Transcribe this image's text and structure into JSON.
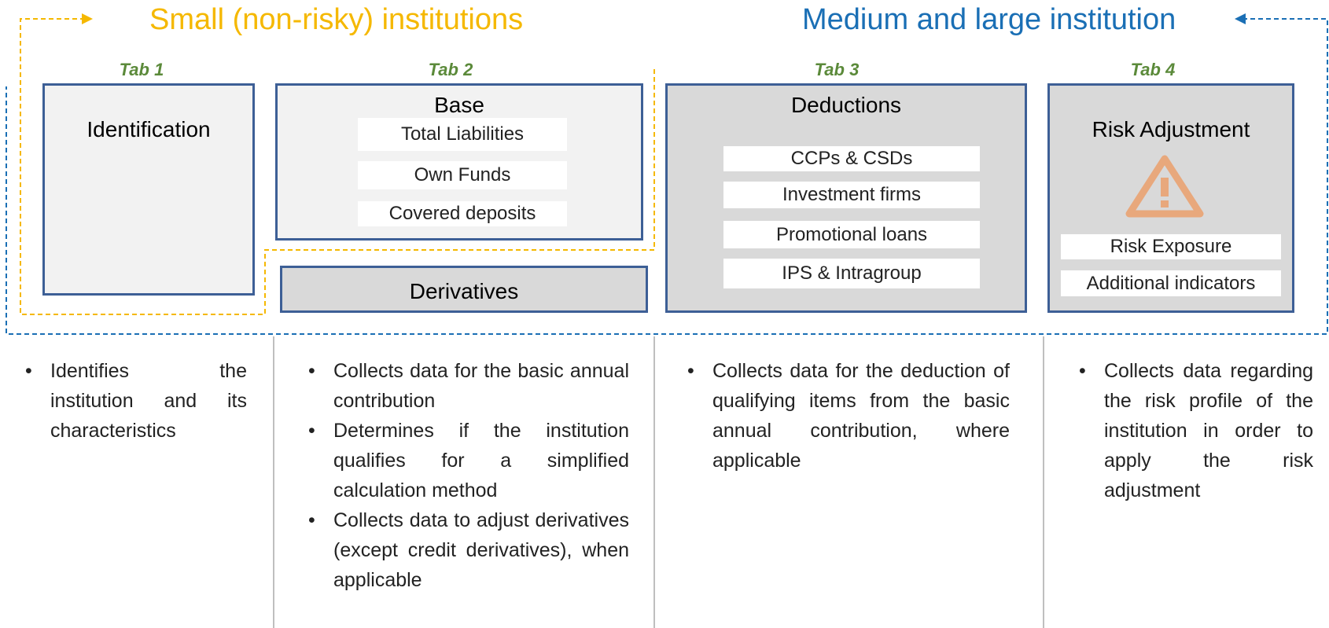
{
  "headings": {
    "small": "Small (non-risky) institutions",
    "large": "Medium and large institution"
  },
  "tabs": [
    {
      "label": "Tab 1",
      "title": "Identification",
      "items": []
    },
    {
      "label": "Tab 2",
      "title": "Base",
      "items": [
        "Total Liabilities",
        "Own Funds",
        "Covered deposits"
      ],
      "sub_panel": "Derivatives"
    },
    {
      "label": "Tab 3",
      "title": "Deductions",
      "items": [
        "CCPs & CSDs",
        "Investment firms",
        "Promotional loans",
        "IPS & Intragroup"
      ]
    },
    {
      "label": "Tab 4",
      "title": "Risk Adjustment",
      "items": [
        "Risk Exposure",
        "Additional indicators"
      ],
      "icon": "warning-triangle-icon"
    }
  ],
  "descriptions": [
    [
      "Identifies the institution and its characteristics"
    ],
    [
      "Collects data for the basic annual contribution",
      "Determines if the institution qualifies for a simplified calculation method",
      "Collects data to adjust derivatives (except credit derivatives), when applicable"
    ],
    [
      "Collects data for the deduction of qualifying items from the basic annual contribution, where applicable"
    ],
    [
      "Collects data regarding the risk profile of the institution in order to apply the risk adjustment"
    ]
  ],
  "colors": {
    "small_scope": "#f5b800",
    "large_scope": "#1a6fb5",
    "tab_label": "#5b8a3a",
    "panel_border": "#3d5f96",
    "warning_icon": "#e8a87c"
  }
}
